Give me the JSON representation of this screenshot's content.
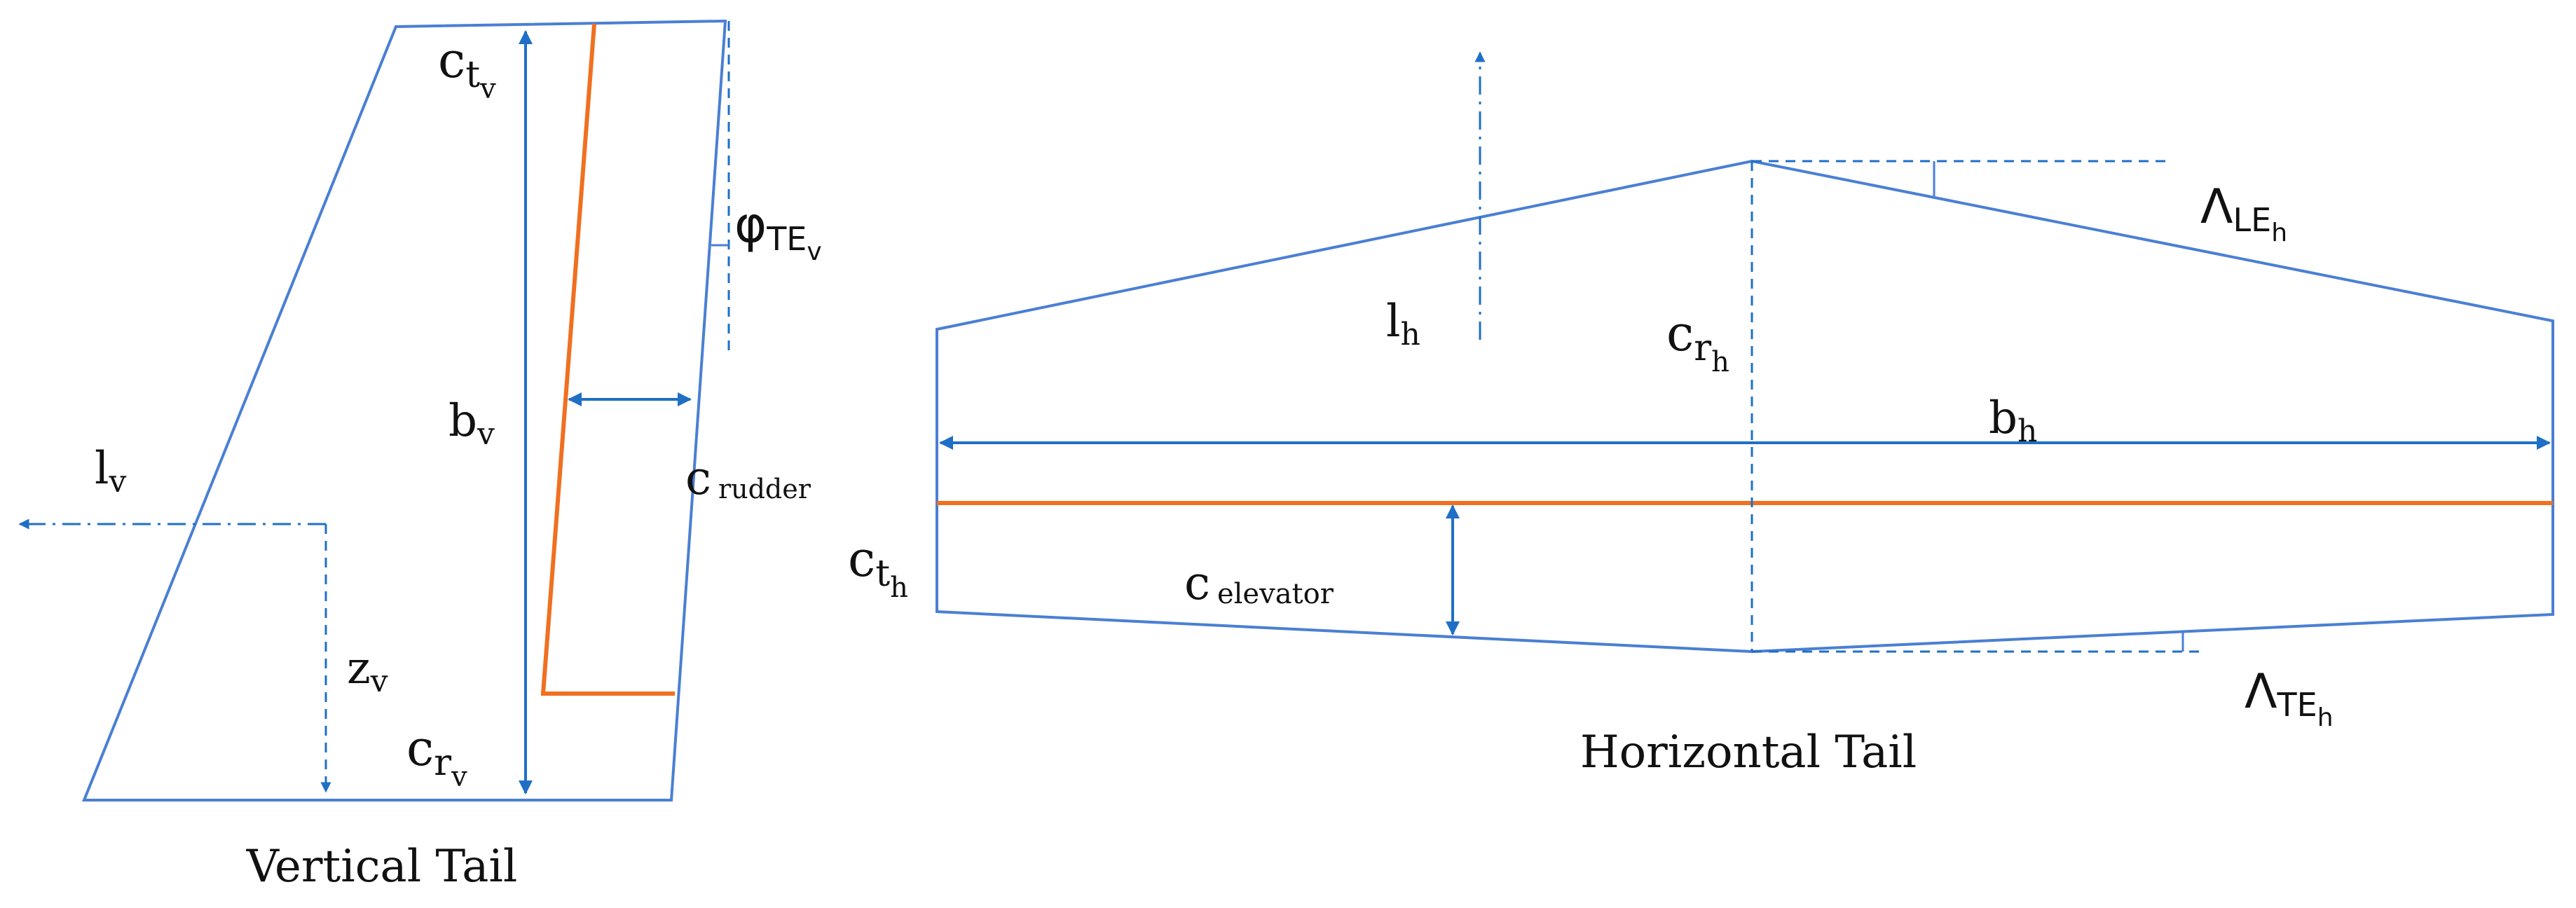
{
  "colors": {
    "outline": "#4a7fd4",
    "arrow": "#1f6fc6",
    "control_surface": "#f07020",
    "text": "#111111"
  },
  "vertical_tail": {
    "caption": "Vertical Tail",
    "tip_chord": {
      "base": "c",
      "sub": "t",
      "subsub": "v"
    },
    "root_chord": {
      "base": "c",
      "sub": "r",
      "subsub": "v"
    },
    "span": {
      "base": "b",
      "sub": "v"
    },
    "moment_arm": {
      "base": "l",
      "sub": "v"
    },
    "height": {
      "base": "z",
      "sub": "v"
    },
    "te_angle": {
      "base": "φ",
      "sub": "TE",
      "subsub": "v"
    },
    "rudder_chord": {
      "base": "c",
      "sub": "rudder"
    }
  },
  "horizontal_tail": {
    "caption": "Horizontal Tail",
    "root_chord": {
      "base": "c",
      "sub": "r",
      "subsub": "h"
    },
    "tip_chord": {
      "base": "c",
      "sub": "t",
      "subsub": "h"
    },
    "span": {
      "base": "b",
      "sub": "h"
    },
    "moment_arm": {
      "base": "l",
      "sub": "h"
    },
    "le_sweep": {
      "base": "Λ",
      "sub": "LE",
      "subsub": "h"
    },
    "te_sweep": {
      "base": "Λ",
      "sub": "TE",
      "subsub": "h"
    },
    "elevator_chord": {
      "base": "c",
      "sub": "elevator"
    }
  }
}
